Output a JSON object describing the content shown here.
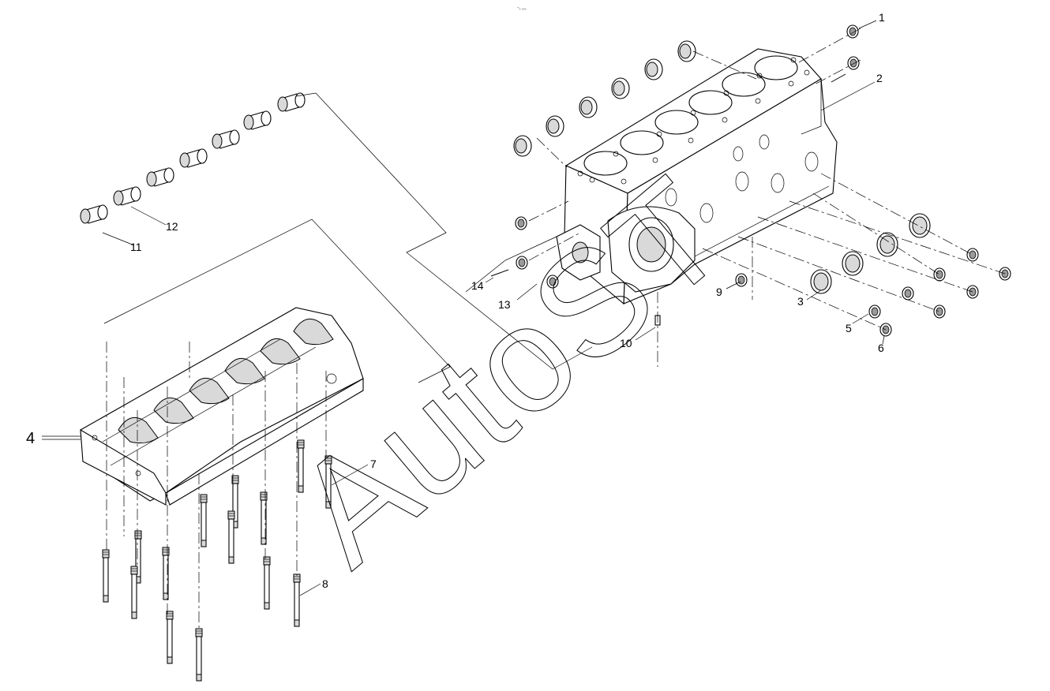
{
  "diagram": {
    "top_mark": "⁼ₑ ₒₒₒ",
    "watermark": "AutoST",
    "callouts": {
      "p1": "1",
      "p2": "2",
      "p3": "3",
      "p4": "4",
      "p5": "5",
      "p6": "6",
      "p7": "7",
      "p8": "8",
      "p9": "9",
      "p10": "10",
      "p11": "11",
      "p12": "12",
      "p13": "13",
      "p14": "14"
    }
  }
}
